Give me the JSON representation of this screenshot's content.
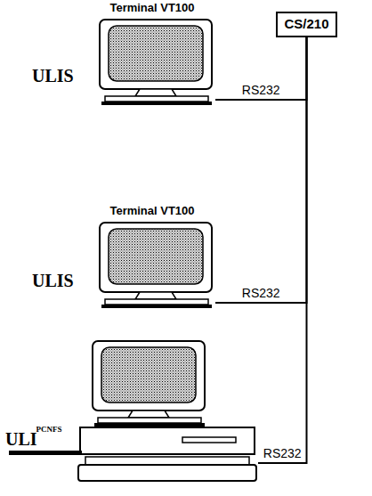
{
  "diagram": {
    "nodes": [
      {
        "text": [
          "CS/210"
        ]
      },
      {
        "text": [
          "Terminal VT100"
        ]
      },
      {
        "text": [
          "Terminal VT100"
        ]
      },
      {
        "text": [
          "ULI",
          "PCNFS"
        ]
      }
    ],
    "edges": [
      {
        "from": 0,
        "to": 1,
        "arrow": "none",
        "label": "RS232"
      },
      {
        "from": 0,
        "to": 2,
        "arrow": "none",
        "label": "RS232"
      },
      {
        "from": 0,
        "to": 3,
        "arrow": "none",
        "label": "RS232"
      }
    ],
    "labels": [
      "ULIS",
      "ULIS"
    ]
  }
}
